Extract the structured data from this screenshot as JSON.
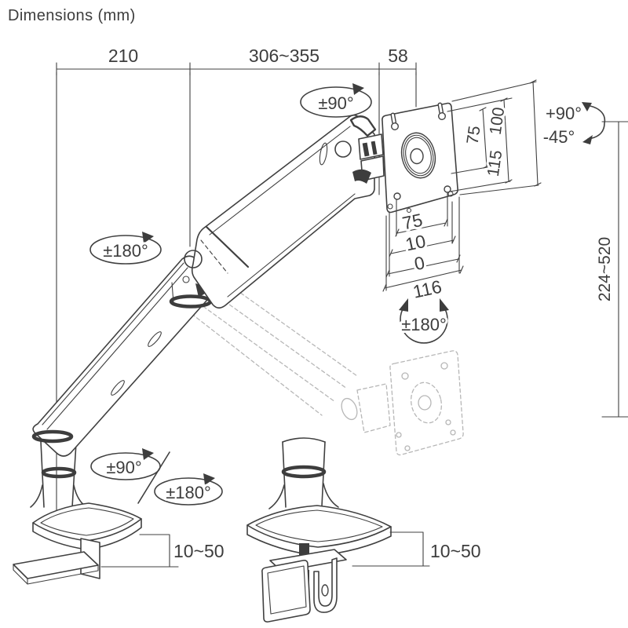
{
  "title": "Dimensions (mm)",
  "top_dims": {
    "base_to_elbow": "210",
    "reach": "306~355",
    "head_offset": "58"
  },
  "plate_dims": {
    "v75": "75",
    "v100": "100",
    "v115": "115",
    "h75": "75",
    "h10": "10",
    "h0": "0",
    "width": "116"
  },
  "height_range": "224~520",
  "rotation": {
    "head_swivel": "±90°",
    "elbow_swivel": "±180°",
    "base_swivel": "±90°",
    "base_swivel_alt": "±180°",
    "plate_spin": "±180°",
    "tilt_up": "+90°",
    "tilt_down": "-45°"
  },
  "clamp": {
    "left_thickness": "10~50",
    "right_thickness": "10~50"
  },
  "colors": {
    "ink": "#404040",
    "ghost": "#b7b7b7",
    "background": "#ffffff"
  }
}
